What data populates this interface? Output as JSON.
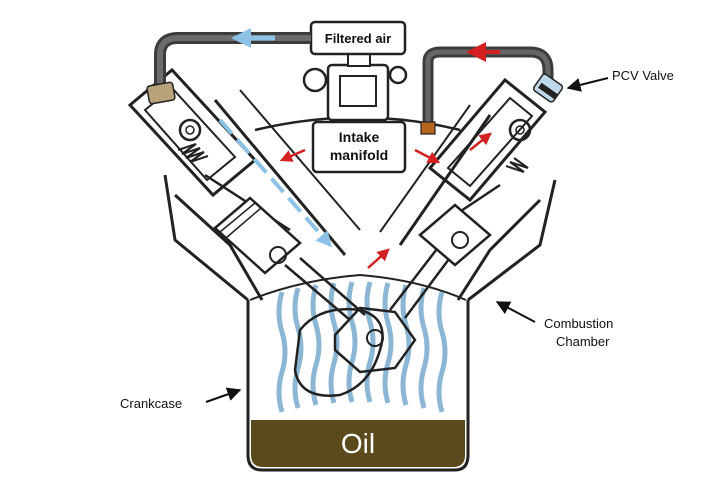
{
  "diagram": {
    "title_hidden": "",
    "labels": {
      "filtered_air": "Filtered air",
      "intake_manifold_line1": "Intake",
      "intake_manifold_line2": "manifold",
      "pcv_valve": "PCV Valve",
      "combustion_chamber_line1": "Combustion",
      "combustion_chamber_line2": "Chamber",
      "crankcase": "Crankcase",
      "oil": "Oil"
    },
    "colors": {
      "outline": "#222222",
      "oil": "#5b4a1c",
      "blowby_blue": "#7fb0d0",
      "fresh_air_blue": "#8cc2e6",
      "flow_red": "#d42020",
      "hose": "#3c3c3c",
      "fitting_tan": "#b9a37a",
      "pcv_fitting": "#b5651d"
    }
  }
}
